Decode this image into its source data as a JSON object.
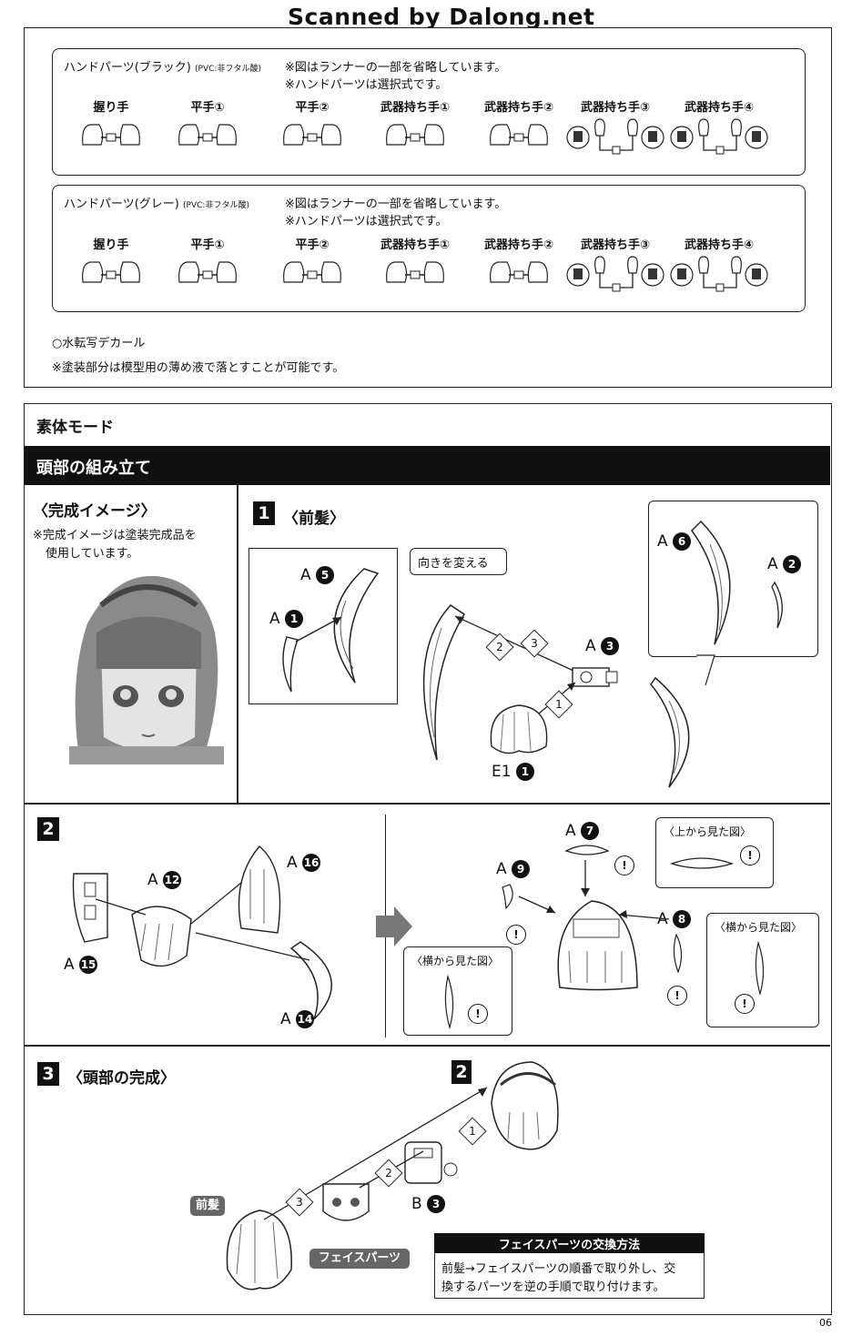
{
  "watermark": "Scanned by Dalong.net",
  "hand_black": {
    "title": "ハンドパーツ(ブラック)",
    "material": "(PVC:非フタル酸)",
    "note1": "※図はランナーの一部を省略しています。",
    "note2": "※ハンドパーツは選択式です。",
    "items": [
      "握り手",
      "平手①",
      "平手②",
      "武器持ち手①",
      "武器持ち手②",
      "武器持ち手③",
      "武器持ち手④"
    ]
  },
  "hand_grey": {
    "title": "ハンドパーツ(グレー)",
    "material": "(PVC:非フタル酸)",
    "note1": "※図はランナーの一部を省略しています。",
    "note2": "※ハンドパーツは選択式です。",
    "items": [
      "握り手",
      "平手①",
      "平手②",
      "武器持ち手①",
      "武器持ち手②",
      "武器持ち手③",
      "武器持ち手④"
    ]
  },
  "decal_note": "○水転写デカール",
  "paint_note": "※塗装部分は模型用の薄め液で落とすことが可能です。",
  "section_title": "素体モード",
  "head_title": "頭部の組み立て",
  "complete": {
    "title": "〈完成イメージ〉",
    "note_line1": "※完成イメージは塗装完成品を",
    "note_line2": "使用しています。"
  },
  "step1": {
    "num": "1",
    "title": "〈前髪〉",
    "turn_label": "向きを変える",
    "labels": {
      "a5": "A",
      "a5n": "5",
      "a1": "A",
      "a1n": "1",
      "a6": "A",
      "a6n": "6",
      "a2": "A",
      "a2n": "2",
      "a3": "A",
      "a3n": "3",
      "e1": "E1",
      "e1n": "1"
    },
    "arrows": [
      "2",
      "3",
      "1"
    ]
  },
  "step2": {
    "num": "2",
    "labels": {
      "a12": "A",
      "a12n": "12",
      "a16": "A",
      "a16n": "16",
      "a15": "A",
      "a15n": "15",
      "a14": "A",
      "a14n": "14",
      "a7": "A",
      "a7n": "7",
      "a9": "A",
      "a9n": "9",
      "a8": "A",
      "a8n": "8"
    },
    "view_top": "〈上から見た図〉",
    "view_side1": "〈横から見た図〉",
    "view_side2": "〈横から見た図〉",
    "excl": "!"
  },
  "step3": {
    "num": "3",
    "title": "〈頭部の完成〉",
    "ref_step": "2",
    "arrows": [
      "1",
      "2",
      "3"
    ],
    "b3": "B",
    "b3n": "3",
    "bangs_pill": "前髪",
    "face_pill": "フェイスパーツ",
    "exchange_title": "フェイスパーツの交換方法",
    "exchange_line1": "前髪→フェイスパーツの順番で取り外し、交",
    "exchange_line2": "換するパーツを逆の手順で取り付けます。"
  },
  "page_number": "06"
}
